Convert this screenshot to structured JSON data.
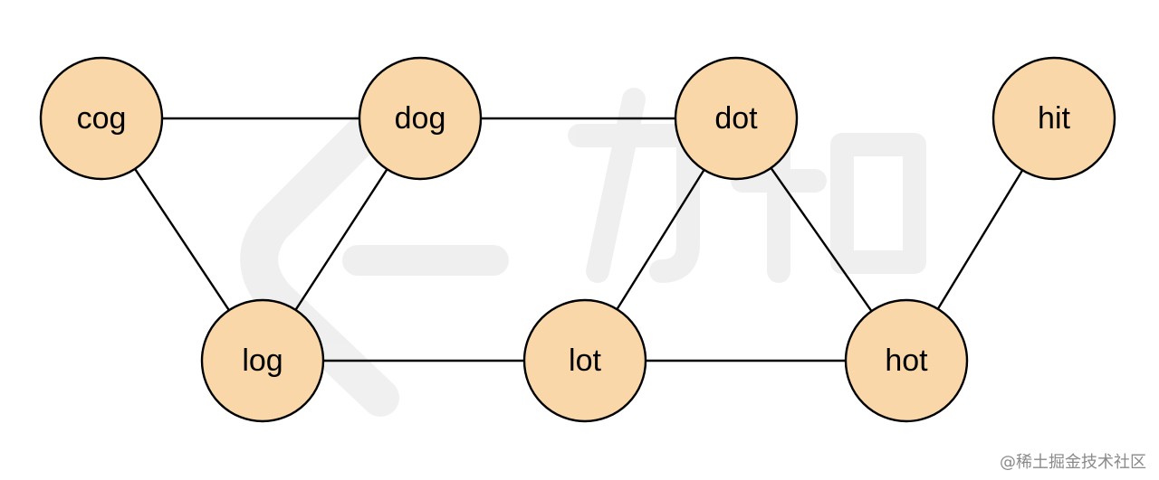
{
  "diagram": {
    "colors": {
      "node_fill": "#FAD7A8",
      "stroke": "#000000"
    },
    "nodes": [
      {
        "id": "cog",
        "label": "cog"
      },
      {
        "id": "dog",
        "label": "dog"
      },
      {
        "id": "dot",
        "label": "dot"
      },
      {
        "id": "hit",
        "label": "hit"
      },
      {
        "id": "log",
        "label": "log"
      },
      {
        "id": "lot",
        "label": "lot"
      },
      {
        "id": "hot",
        "label": "hot"
      }
    ],
    "edges": [
      {
        "from": "cog",
        "to": "dog"
      },
      {
        "from": "dog",
        "to": "dot"
      },
      {
        "from": "cog",
        "to": "log"
      },
      {
        "from": "dog",
        "to": "log"
      },
      {
        "from": "log",
        "to": "lot"
      },
      {
        "from": "dot",
        "to": "lot"
      },
      {
        "from": "dot",
        "to": "hot"
      },
      {
        "from": "lot",
        "to": "hot"
      },
      {
        "from": "hit",
        "to": "hot"
      }
    ]
  },
  "watermark": {
    "brand_logo": "leetcode-logo",
    "credit": "@稀土掘金技术社区"
  }
}
